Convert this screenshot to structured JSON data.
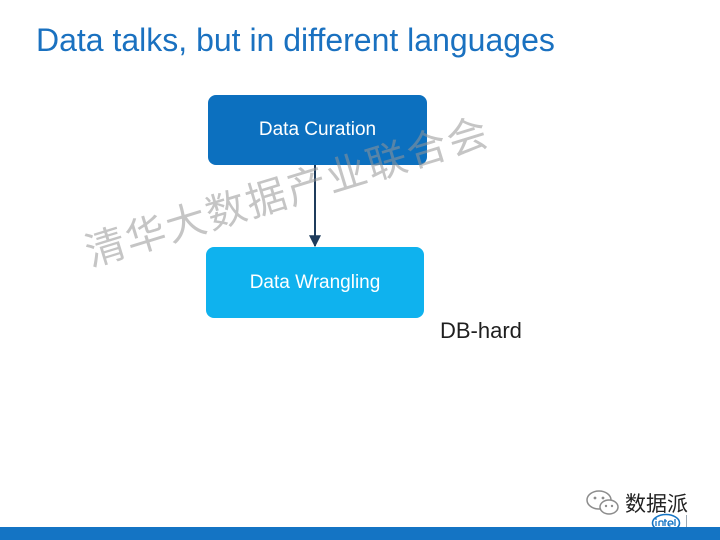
{
  "slide": {
    "title": "Data talks, but in different languages"
  },
  "diagram": {
    "nodes": [
      {
        "id": "curation",
        "label": "Data Curation",
        "color": "#0c70bf"
      },
      {
        "id": "wrangling",
        "label": "Data Wrangling",
        "color": "#0fb2ee"
      }
    ],
    "edges": [
      {
        "from": "curation",
        "to": "wrangling"
      }
    ],
    "annotation": "DB-hard"
  },
  "watermark": {
    "text": "清华大数据产业联合会"
  },
  "footer": {
    "brand_text": "数据派",
    "wechat_icon": "wechat-icon",
    "logo": "intel-logo",
    "band_color": "#1474c4"
  },
  "colors": {
    "title": "#1a71c0",
    "arrow": "#1f3c5c"
  }
}
